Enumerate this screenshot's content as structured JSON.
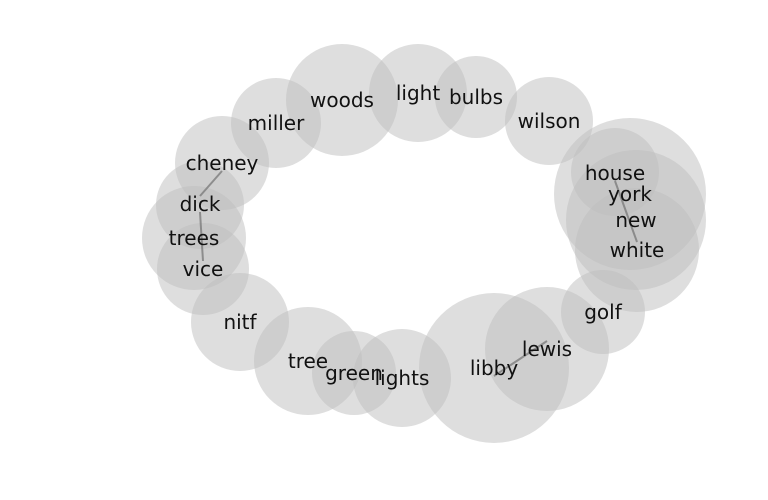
{
  "diagram": {
    "type": "bubble-cloud",
    "bubble_color": "#bdbdbd",
    "link_color": "#777777",
    "text_color": "#111111",
    "terms": [
      {
        "id": "woods",
        "label": "woods"
      },
      {
        "id": "light",
        "label": "light"
      },
      {
        "id": "bulbs",
        "label": "bulbs"
      },
      {
        "id": "miller",
        "label": "miller"
      },
      {
        "id": "wilson",
        "label": "wilson"
      },
      {
        "id": "cheney",
        "label": "cheney"
      },
      {
        "id": "dick",
        "label": "dick"
      },
      {
        "id": "trees",
        "label": "trees"
      },
      {
        "id": "vice",
        "label": "vice"
      },
      {
        "id": "house",
        "label": "house"
      },
      {
        "id": "york",
        "label": "york"
      },
      {
        "id": "new",
        "label": "new"
      },
      {
        "id": "white",
        "label": "white"
      },
      {
        "id": "golf",
        "label": "golf"
      },
      {
        "id": "nitf",
        "label": "nitf"
      },
      {
        "id": "tree",
        "label": "tree"
      },
      {
        "id": "green",
        "label": "green"
      },
      {
        "id": "lights",
        "label": "lights"
      },
      {
        "id": "libby",
        "label": "libby"
      },
      {
        "id": "lewis",
        "label": "lewis"
      }
    ],
    "links": [
      [
        "cheney",
        "dick"
      ],
      [
        "dick",
        "vice"
      ],
      [
        "house",
        "white"
      ],
      [
        "libby",
        "lewis"
      ]
    ]
  }
}
